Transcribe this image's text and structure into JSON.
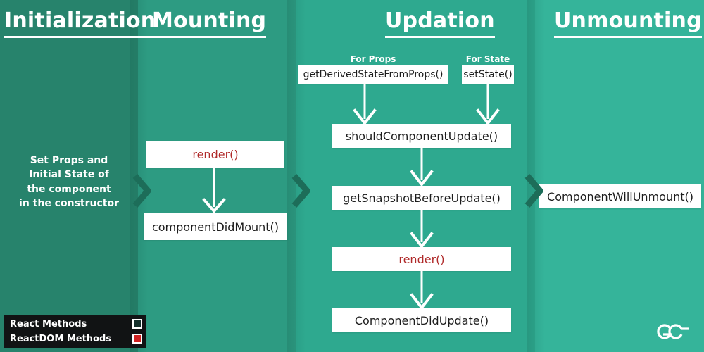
{
  "colors": {
    "teal_base": "#2e9e85",
    "teal_col1": "#27836c",
    "teal_col2": "#2d9b82",
    "teal_col3": "#2ea98f",
    "teal_col4": "#35b49a",
    "chevron": "#1d6d59",
    "box_bg": "#ffffff",
    "box_text": "#1c1c1c",
    "accent_red": "#b02a2a",
    "legend_bg": "#111314",
    "legend_swatch_reactdom": "#cf2222",
    "arrow": "#ffffff"
  },
  "columns": [
    {
      "id": "initialization",
      "heading": "Initialization",
      "description": "Set Props and\nInitial State of\nthe component\nin the constructor"
    },
    {
      "id": "mounting",
      "heading": "Mounting",
      "boxes": [
        {
          "label": "render()",
          "style": "red"
        },
        {
          "label": "componentDidMount()",
          "style": "normal"
        }
      ]
    },
    {
      "id": "updation",
      "heading": "Updation",
      "sublabels": [
        {
          "label": "For Props"
        },
        {
          "label": "For State"
        }
      ],
      "boxes": [
        {
          "label": "getDerivedStateFromProps()",
          "style": "normal"
        },
        {
          "label": "setState()",
          "style": "normal"
        },
        {
          "label": "shouldComponentUpdate()",
          "style": "normal"
        },
        {
          "label": "getSnapshotBeforeUpdate()",
          "style": "normal"
        },
        {
          "label": "render()",
          "style": "red"
        },
        {
          "label": "ComponentDidUpdate()",
          "style": "normal"
        }
      ]
    },
    {
      "id": "unmounting",
      "heading": "Unmounting",
      "boxes": [
        {
          "label": "ComponentWillUnmount()",
          "style": "normal"
        }
      ]
    }
  ],
  "legend": {
    "rows": [
      {
        "label": "React Methods",
        "swatch": "outline"
      },
      {
        "label": "ReactDOM Methods",
        "swatch": "red"
      }
    ]
  },
  "logo": {
    "name": "geeksforgeeks-logo",
    "text": "gG"
  }
}
